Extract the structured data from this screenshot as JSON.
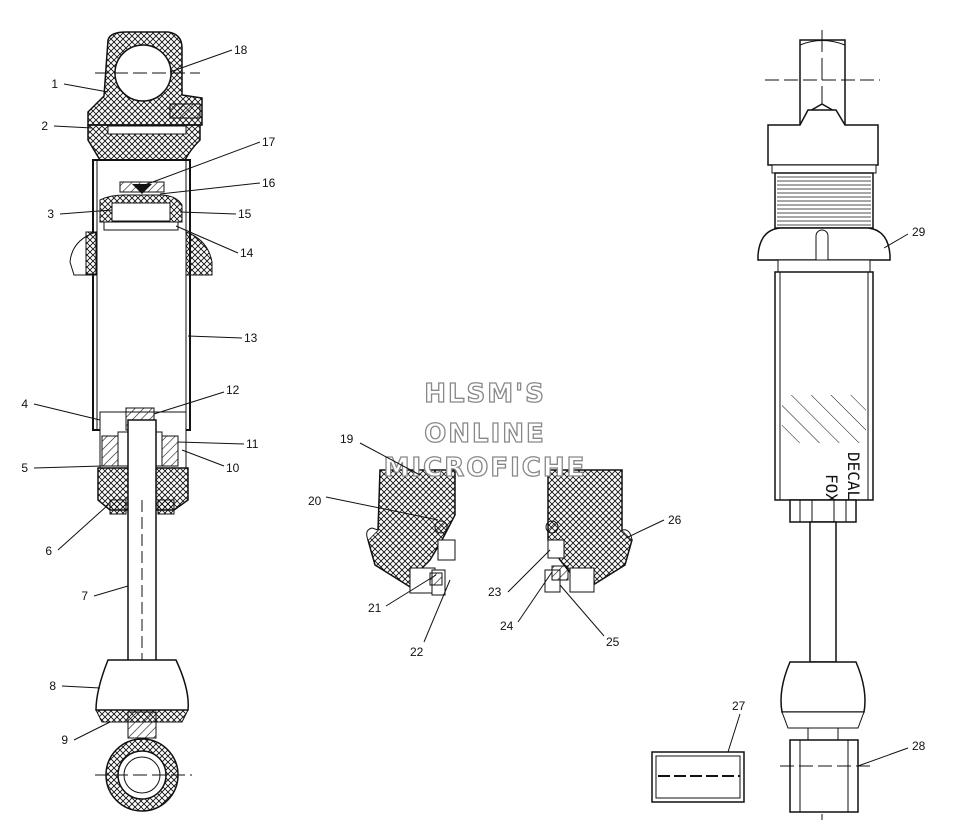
{
  "callouts": [
    {
      "id": "1",
      "text": "1"
    },
    {
      "id": "2",
      "text": "2"
    },
    {
      "id": "3",
      "text": "3"
    },
    {
      "id": "4",
      "text": "4"
    },
    {
      "id": "5",
      "text": "5"
    },
    {
      "id": "6",
      "text": "6"
    },
    {
      "id": "7",
      "text": "7"
    },
    {
      "id": "8",
      "text": "8"
    },
    {
      "id": "9",
      "text": "9"
    },
    {
      "id": "10",
      "text": "10"
    },
    {
      "id": "11",
      "text": "11"
    },
    {
      "id": "12",
      "text": "12"
    },
    {
      "id": "13",
      "text": "13"
    },
    {
      "id": "14",
      "text": "14"
    },
    {
      "id": "15",
      "text": "15"
    },
    {
      "id": "16",
      "text": "16"
    },
    {
      "id": "17",
      "text": "17"
    },
    {
      "id": "18",
      "text": "18"
    },
    {
      "id": "19",
      "text": "19"
    },
    {
      "id": "20",
      "text": "20"
    },
    {
      "id": "21",
      "text": "21"
    },
    {
      "id": "22",
      "text": "22"
    },
    {
      "id": "23",
      "text": "23"
    },
    {
      "id": "24",
      "text": "24"
    },
    {
      "id": "25",
      "text": "25"
    },
    {
      "id": "26",
      "text": "26"
    },
    {
      "id": "27",
      "text": "27"
    },
    {
      "id": "28",
      "text": "28"
    },
    {
      "id": "29",
      "text": "29"
    }
  ],
  "watermark": {
    "line1": "HLSM'S",
    "line2": "ONLINE",
    "line3": "MICROFICHE"
  },
  "decal": {
    "line1": "DECAL",
    "line2": "FOX"
  }
}
